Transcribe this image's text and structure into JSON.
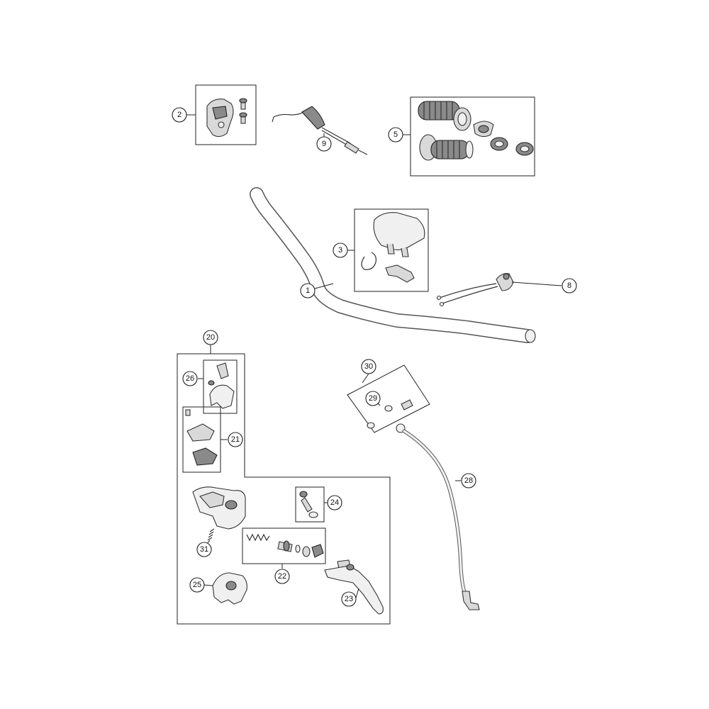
{
  "callouts": {
    "c1": "1",
    "c2": "2",
    "c3": "3",
    "c5": "5",
    "c8": "8",
    "c9": "9",
    "c20": "20",
    "c21": "21",
    "c22": "22",
    "c23": "23",
    "c24": "24",
    "c25": "25",
    "c26": "26",
    "c28": "28",
    "c29": "29",
    "c30": "30",
    "c31": "31"
  }
}
